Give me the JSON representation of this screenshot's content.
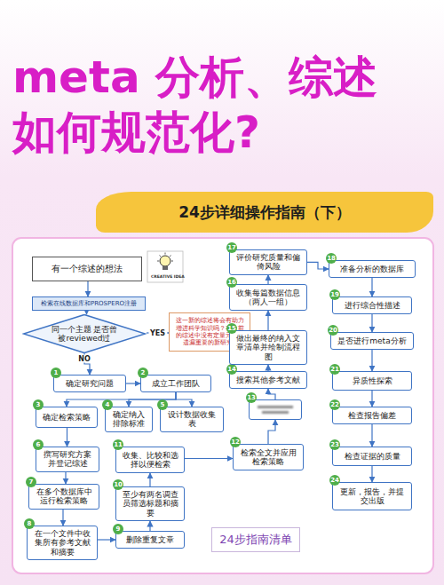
{
  "diagram": {
    "title": "meta 分析、综述 如何规范化?",
    "nodes": [
      {
        "text": [
          "24步详细操作指南（下）"
        ]
      },
      {
        "text": [
          "有一个综述的想法"
        ]
      },
      {
        "text": [
          "检索在线数据库和PROSPERO注册"
        ]
      },
      {
        "text": [
          "同一个主题 是否曾被reviewed过"
        ]
      },
      {
        "text": [
          "这一新的综述将会有助力增进科学知识吗？在之前的综述中没有定量元素或遗漏重要的新研究?"
        ]
      },
      {
        "text": [
          "1",
          "确定研究问题"
        ]
      },
      {
        "text": [
          "2",
          "成立工作团队"
        ]
      },
      {
        "text": [
          "3",
          "确定检索策略"
        ]
      },
      {
        "text": [
          "4",
          "确定纳入排除标准"
        ]
      },
      {
        "text": [
          "5",
          "设计数据收集表"
        ]
      },
      {
        "text": [
          "6",
          "撰写研究方案并登记综述"
        ]
      },
      {
        "text": [
          "7",
          "在多个数据库中运行检索策略"
        ]
      },
      {
        "text": [
          "8",
          "在一个文件中收集所有参考文献和摘要"
        ]
      },
      {
        "text": [
          "9",
          "删除重复文章"
        ]
      },
      {
        "text": [
          "10",
          "至少有两名调查员筛选标题和摘要"
        ]
      },
      {
        "text": [
          "11",
          "收集、比较和选择以便检索"
        ]
      },
      {
        "text": [
          "12",
          "检索全文并应用检索策略"
        ]
      },
      {
        "text": [
          "13"
        ]
      },
      {
        "text": [
          "14",
          "搜索其他参考文献"
        ]
      },
      {
        "text": [
          "15",
          "做出最终的纳入文章清单并绘制流程图"
        ]
      },
      {
        "text": [
          "16",
          "收集每篇数据信息（两人一组）"
        ]
      },
      {
        "text": [
          "17",
          "评价研究质量和偏倚风险"
        ]
      },
      {
        "text": [
          "18",
          "准备分析的数据库"
        ]
      },
      {
        "text": [
          "19",
          "进行综合性描述"
        ]
      },
      {
        "text": [
          "20",
          "是否进行meta分析"
        ]
      },
      {
        "text": [
          "21",
          "异质性探索"
        ]
      },
      {
        "text": [
          "22",
          "检查报告偏差"
        ]
      },
      {
        "text": [
          "23",
          "检查证据的质量"
        ]
      },
      {
        "text": [
          "24",
          "更新，报告，并提交出版"
        ]
      },
      {
        "text": [
          "24步指南清单"
        ]
      }
    ],
    "edges": [
      {
        "from": 1,
        "to": 2,
        "arrow": "to"
      },
      {
        "from": 2,
        "to": 3,
        "arrow": "to"
      },
      {
        "from": 3,
        "to": 4,
        "label": "YES",
        "arrow": "to"
      },
      {
        "from": 3,
        "to": 5,
        "label": "NO",
        "arrow": "to"
      },
      {
        "from": 5,
        "to": 6,
        "arrow": "to"
      },
      {
        "from": 6,
        "to": 7,
        "arrow": "to"
      },
      {
        "from": 6,
        "to": 8,
        "arrow": "to"
      },
      {
        "from": 6,
        "to": 9,
        "arrow": "to"
      },
      {
        "from": 7,
        "to": 10,
        "arrow": "to"
      },
      {
        "from": 10,
        "to": 11,
        "arrow": "to"
      },
      {
        "from": 11,
        "to": 12,
        "arrow": "to"
      },
      {
        "from": 12,
        "to": 13,
        "arrow": "to"
      },
      {
        "from": 13,
        "to": 14,
        "arrow": "to"
      },
      {
        "from": 14,
        "to": 15,
        "arrow": "to"
      },
      {
        "from": 15,
        "to": 16,
        "arrow": "to"
      },
      {
        "from": 16,
        "to": 17,
        "arrow": "to"
      },
      {
        "from": 17,
        "to": 18,
        "arrow": "to"
      },
      {
        "from": 18,
        "to": 19,
        "arrow": "to"
      },
      {
        "from": 19,
        "to": 20,
        "arrow": "to"
      },
      {
        "from": 20,
        "to": 21,
        "arrow": "to"
      },
      {
        "from": 21,
        "to": 22,
        "arrow": "to"
      },
      {
        "from": 22,
        "to": 23,
        "arrow": "to"
      },
      {
        "from": 23,
        "to": 24,
        "arrow": "to"
      },
      {
        "from": 24,
        "to": 25,
        "arrow": "to"
      },
      {
        "from": 25,
        "to": 26,
        "arrow": "to"
      },
      {
        "from": 26,
        "to": 27,
        "arrow": "to"
      },
      {
        "from": 27,
        "to": 28,
        "arrow": "to"
      }
    ],
    "labels": [
      "CREATIVE IDEA"
    ]
  }
}
